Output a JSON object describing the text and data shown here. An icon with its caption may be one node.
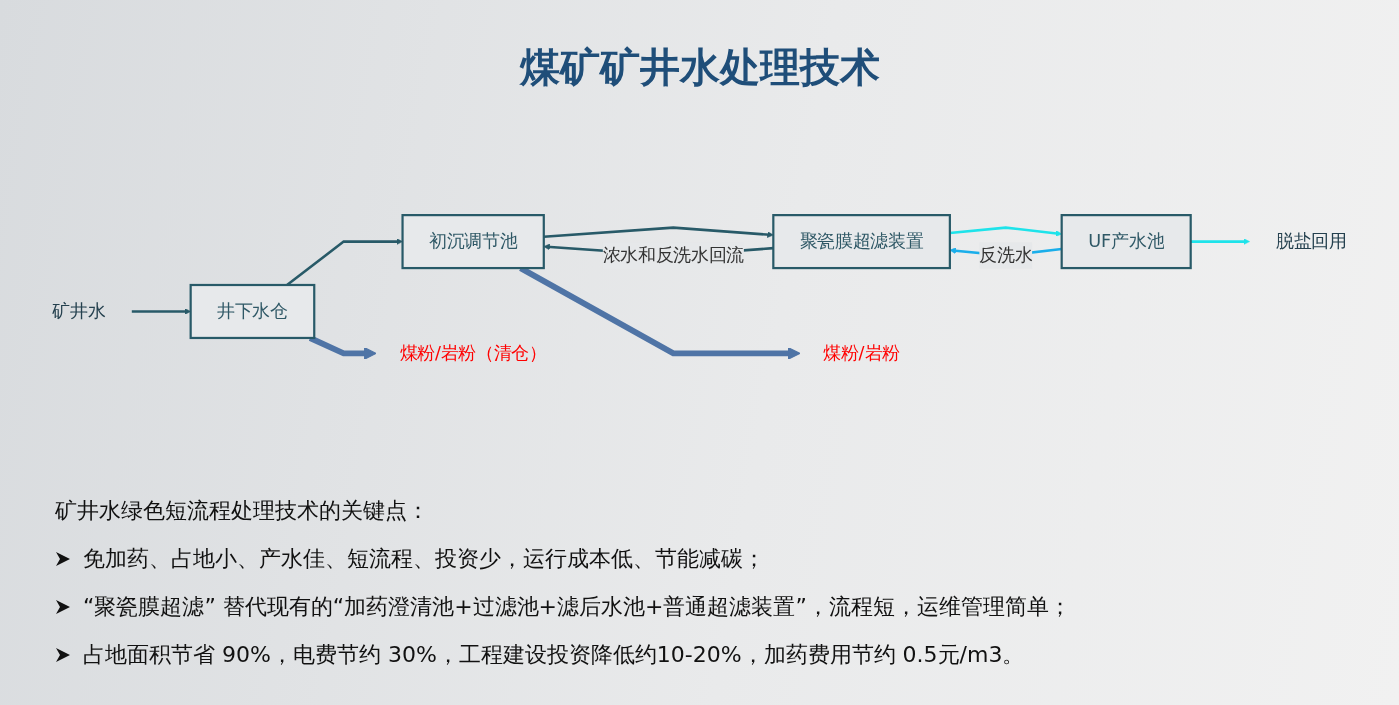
{
  "diagram": {
    "title": "煤矿矿井水处理技术",
    "nodes": [
      {
        "text": [
          "矿井水"
        ]
      },
      {
        "text": [
          "井下水仓"
        ]
      },
      {
        "text": [
          "初沉调节池"
        ]
      },
      {
        "text": [
          "聚瓷膜超滤装置"
        ]
      },
      {
        "text": [
          "UF产水池"
        ]
      },
      {
        "text": [
          "脱盐回用"
        ]
      },
      {
        "text": [
          "煤粉/岩粉（清仓）"
        ]
      },
      {
        "text": [
          "煤粉/岩粉"
        ]
      }
    ],
    "edges": [
      {
        "from": 0,
        "to": 1,
        "arrow": "to"
      },
      {
        "from": 1,
        "to": 2,
        "arrow": "to"
      },
      {
        "from": 2,
        "to": 3,
        "arrow": "to"
      },
      {
        "from": 3,
        "to": 2,
        "arrow": "to",
        "label": "浓水和反洗水回流"
      },
      {
        "from": 3,
        "to": 4,
        "arrow": "to",
        "color": "#1ee3ea"
      },
      {
        "from": 4,
        "to": 5,
        "arrow": "to",
        "color": "#1ee3ea"
      },
      {
        "from": 4,
        "to": 3,
        "arrow": "to",
        "label": "反洗水",
        "color": "#1aaeea"
      },
      {
        "from": 1,
        "to": 6,
        "arrow": "to",
        "style": "thick",
        "color": "#4f74a6"
      },
      {
        "from": 2,
        "to": 7,
        "arrow": "to",
        "style": "thick",
        "color": "#4f74a6"
      }
    ],
    "labels": [
      "矿井水绿色短流程处理技术的关键点：",
      "免加药、占地小、产水佳、短流程、投资少，运行成本低、节能减碳；",
      "“聚瓷膜超滤” 替代现有的“加药澄清池+过滤池+滤后水池+普通超滤装置”，流程短，运维管理简单；",
      "占地面积节省 90%，电费节约 30%，工程建设投资降低约10-20%，加药费用节约 0.5元/m3。"
    ]
  }
}
